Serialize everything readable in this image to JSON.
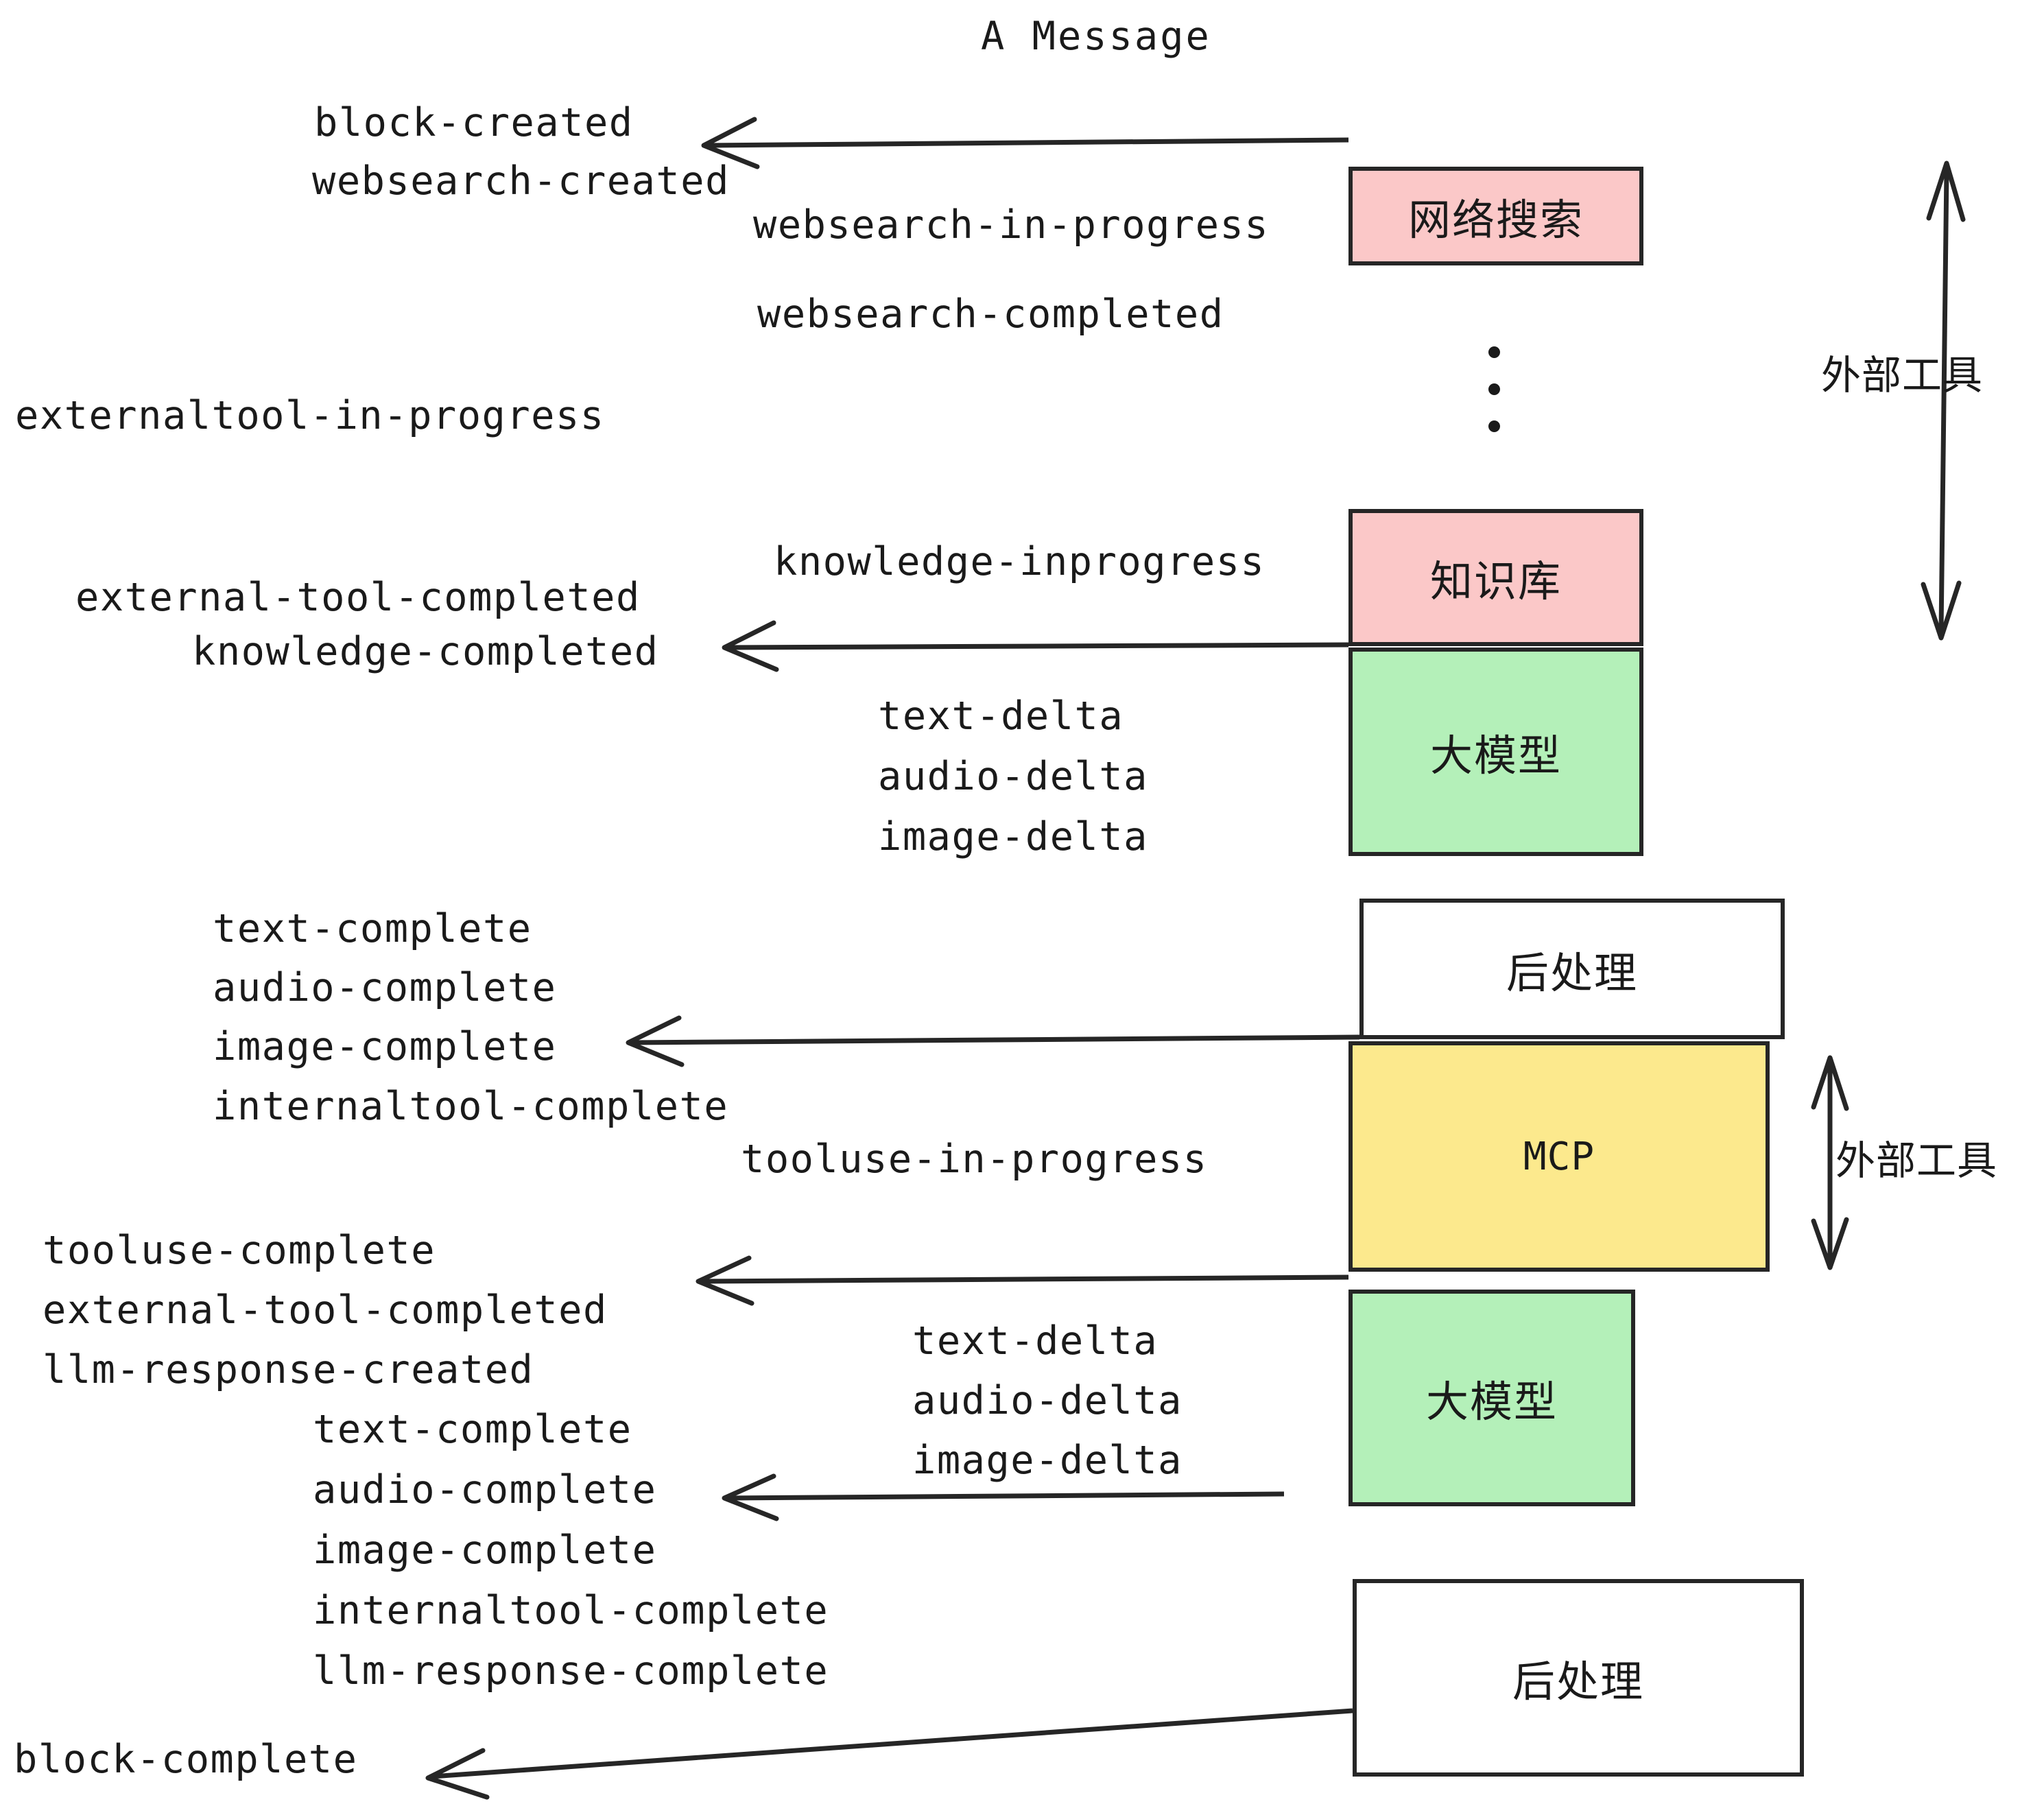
{
  "title": "A Message",
  "colors": {
    "pink": "#FBC8C8",
    "green": "#B4F0B9",
    "yellow": "#FCE98D",
    "white": "#FFFFFF",
    "stroke": "#262626",
    "text": "#1A1A1A"
  },
  "nodes": [
    {
      "id": "websearch",
      "label": "网络搜索",
      "fill": "#FBC8C8"
    },
    {
      "id": "knowledge",
      "label": "知识库",
      "fill": "#FBC8C8"
    },
    {
      "id": "llm1",
      "label": "大模型",
      "fill": "#B4F0B9"
    },
    {
      "id": "post1",
      "label": "后处理",
      "fill": "#FFFFFF"
    },
    {
      "id": "mcp",
      "label": "MCP",
      "fill": "#FCE98D"
    },
    {
      "id": "llm2",
      "label": "大模型",
      "fill": "#B4F0B9"
    },
    {
      "id": "post2",
      "label": "后处理",
      "fill": "#FFFFFF"
    }
  ],
  "group_labels": [
    {
      "id": "external-tool-top",
      "label": "外部工具"
    },
    {
      "id": "external-tool-bottom",
      "label": "外部工具"
    }
  ],
  "events": [
    {
      "id": "ev-block-created",
      "text": "block-created"
    },
    {
      "id": "ev-websearch-created",
      "text": "websearch-created"
    },
    {
      "id": "ev-websearch-in-progress",
      "text": "websearch-in-progress"
    },
    {
      "id": "ev-websearch-completed",
      "text": "websearch-completed"
    },
    {
      "id": "ev-externaltool-in-progress",
      "text": "externaltool-in-progress"
    },
    {
      "id": "ev-knowledge-inprogress",
      "text": "knowledge-inprogress"
    },
    {
      "id": "ev-external-tool-completed-1",
      "text": "external-tool-completed"
    },
    {
      "id": "ev-knowledge-completed",
      "text": "knowledge-completed"
    },
    {
      "id": "ev-text-delta-1",
      "text": "text-delta"
    },
    {
      "id": "ev-audio-delta-1",
      "text": "audio-delta"
    },
    {
      "id": "ev-image-delta-1",
      "text": "image-delta"
    },
    {
      "id": "ev-text-complete-1",
      "text": "text-complete"
    },
    {
      "id": "ev-audio-complete-1",
      "text": "audio-complete"
    },
    {
      "id": "ev-image-complete-1",
      "text": "image-complete"
    },
    {
      "id": "ev-internaltool-complete-1",
      "text": "internaltool-complete"
    },
    {
      "id": "ev-tooluse-in-progress",
      "text": "tooluse-in-progress"
    },
    {
      "id": "ev-tooluse-complete",
      "text": "tooluse-complete"
    },
    {
      "id": "ev-external-tool-completed-2",
      "text": "external-tool-completed"
    },
    {
      "id": "ev-llm-response-created",
      "text": "llm-response-created"
    },
    {
      "id": "ev-text-delta-2",
      "text": "text-delta"
    },
    {
      "id": "ev-audio-delta-2",
      "text": "audio-delta"
    },
    {
      "id": "ev-image-delta-2",
      "text": "image-delta"
    },
    {
      "id": "ev-text-complete-2",
      "text": "text-complete"
    },
    {
      "id": "ev-audio-complete-2",
      "text": "audio-complete"
    },
    {
      "id": "ev-image-complete-2",
      "text": "image-complete"
    },
    {
      "id": "ev-internaltool-complete-2",
      "text": "internaltool-complete"
    },
    {
      "id": "ev-llm-response-complete",
      "text": "llm-response-complete"
    },
    {
      "id": "ev-block-complete",
      "text": "block-complete"
    }
  ]
}
